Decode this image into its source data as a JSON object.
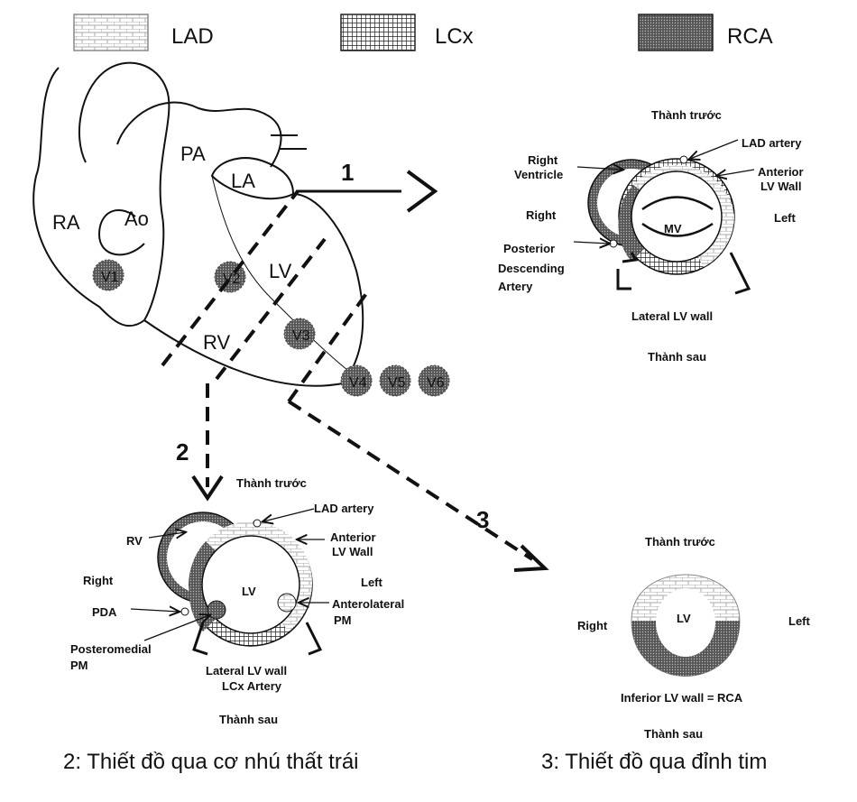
{
  "legend": [
    {
      "label": "LAD",
      "pattern": "brick-light"
    },
    {
      "label": "LCx",
      "pattern": "crosshatch"
    },
    {
      "label": "RCA",
      "pattern": "dots-dark"
    }
  ],
  "heart": {
    "RA": "RA",
    "Ao": "Ao",
    "PA": "PA",
    "LA": "LA",
    "LV": "LV",
    "RV": "RV",
    "leads": [
      "V1",
      "V2",
      "V3",
      "V4",
      "V5",
      "V6"
    ]
  },
  "arrows": {
    "one": "1",
    "two": "2",
    "three": "3"
  },
  "section1": {
    "anterior": "Thành  trước",
    "lad_artery": "LAD artery",
    "right_ventricle_1": "Right",
    "right_ventricle_2": "Ventricle",
    "anterior_wall_1": "Anterior",
    "anterior_wall_2": "LV Wall",
    "right": "Right",
    "left": "Left",
    "mv": "MV",
    "pda_1": "Posterior",
    "pda_2": "Descending",
    "pda_3": "Artery",
    "lateral": "Lateral LV wall",
    "posterior": "Thành sau"
  },
  "section2": {
    "anterior": "Thành trước",
    "lad_artery": "LAD artery",
    "rv": "RV",
    "anterior_wall_1": "Anterior",
    "anterior_wall_2": "LV Wall",
    "right": "Right",
    "left": "Left",
    "lv": "LV",
    "pda": "PDA",
    "antero_pm_1": "Anterolateral",
    "antero_pm_2": "PM",
    "postero_pm_1": "Posteromedial",
    "postero_pm_2": "PM",
    "lateral": "Lateral LV wall",
    "lcx": "LCx Artery",
    "posterior": "Thành sau",
    "caption": "2: Thiết đồ qua cơ nhú thất trái"
  },
  "section3": {
    "anterior": "Thành  trước",
    "right": "Right",
    "left": "Left",
    "lv": "LV",
    "inferior": "Inferior LV wall = RCA",
    "posterior": "Thành sau",
    "caption": "3: Thiết đồ qua đỉnh tim"
  }
}
